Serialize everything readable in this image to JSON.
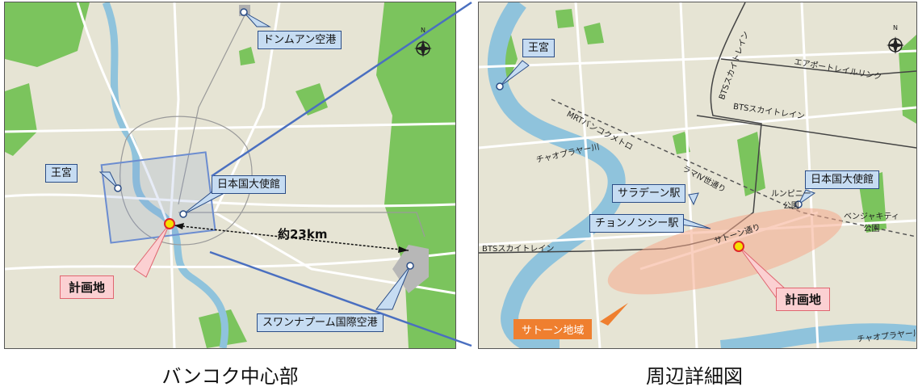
{
  "left_map": {
    "callouts": {
      "don_mueang": "ドンムアン空港",
      "palace": "王宮",
      "embassy": "日本国大使館",
      "suvarnabhumi": "スワンナプーム国際空港"
    },
    "plan_site": "計画地",
    "distance": "約23km",
    "north": "N",
    "caption": "バンコク中心部"
  },
  "right_map": {
    "callouts": {
      "palace": "王宮",
      "saladaeng": "サラデーン駅",
      "chong_nonsi": "チョンノンシー駅",
      "embassy": "日本国大使館"
    },
    "plan_site": "計画地",
    "area": "サトーン地域",
    "labels": {
      "bts_top": "BTSスカイトレイン",
      "airport_link": "エアポートレイルリンク",
      "bts_mid": "BTSスカイトレイン",
      "mrt": "MRTバンコクメトロ",
      "chao_phraya_1": "チャオプラヤー川",
      "rama4": "ラマⅣ世通り",
      "lumpini": "ルンピニー\n公園",
      "benjakitti": "ベンジャキティ\n公園",
      "sathorn_rd": "サトーン通り",
      "bts_bottom": "BTSスカイトレイン",
      "chao_phraya_2": "チャオプラヤー川"
    },
    "north": "N",
    "caption": "周辺詳細図"
  },
  "colors": {
    "land": "#e6e4d4",
    "park": "#7bc45d",
    "water": "#8fc3dc",
    "road": "#ffffff",
    "callout_fill": "#c6dcf2",
    "callout_border": "#2b4d86",
    "plan_fill": "#fbd0d2",
    "plan_border": "#e06670",
    "area_fill": "#ef7f2f",
    "site_marker": "#f6e000",
    "connector": "#4a6fc0"
  }
}
